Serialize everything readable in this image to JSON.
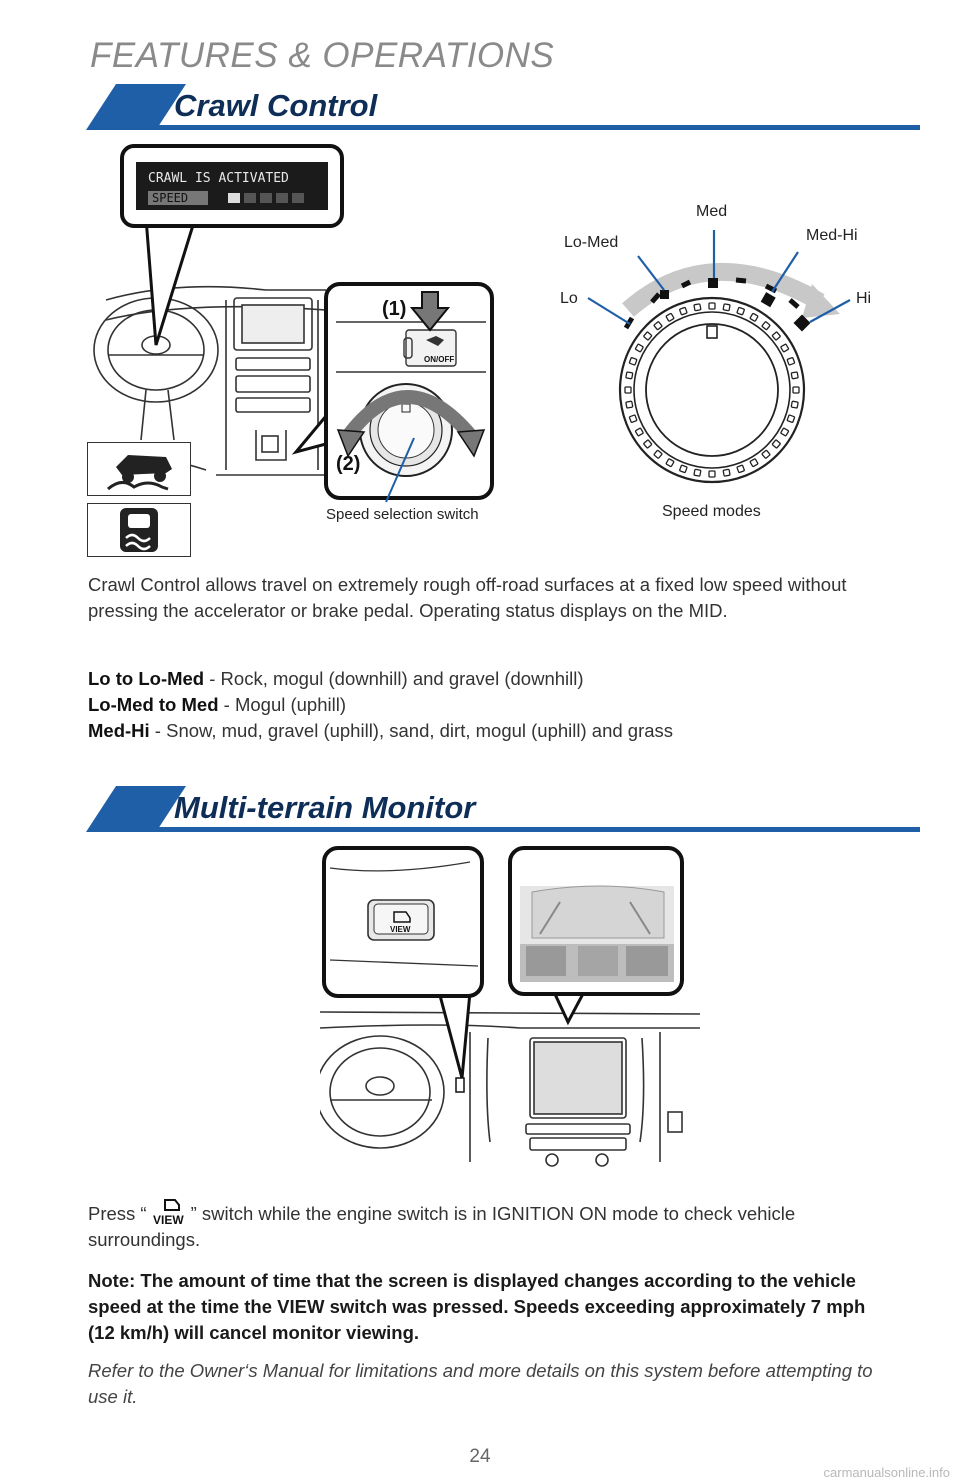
{
  "header": {
    "title": "FEATURES & OPERATIONS"
  },
  "crawl": {
    "title": "Crawl Control",
    "mid_display": {
      "line1": "CRAWL IS ACTIVATED",
      "line2": "SPEED"
    },
    "callout_1": "(1)",
    "callout_2": "(2)",
    "onoff_label": "ON/OFF",
    "switch_caption": "Speed selection switch",
    "dial_caption": "Speed modes",
    "modes": {
      "lo": "Lo",
      "lo_med": "Lo-Med",
      "med": "Med",
      "med_hi": "Med-Hi",
      "hi": "Hi"
    },
    "description": "Crawl Control allows travel on extremely rough off-road surfaces at a fixed low speed without pressing the accelerator or brake pedal. Operating status displays on the MID.",
    "items": [
      {
        "term": "Lo to Lo-Med",
        "desc": " - Rock, mogul (downhill) and gravel (downhill)"
      },
      {
        "term": "Lo-Med to Med",
        "desc": " - Mogul (uphill)"
      },
      {
        "term": "Med-Hi",
        "desc": " - Snow, mud, gravel (uphill), sand, dirt, mogul (uphill) and grass"
      }
    ]
  },
  "mtm": {
    "title": "Multi-terrain Monitor",
    "view_label": "VIEW",
    "press_before": "Press “",
    "press_after": "” switch while the engine switch is in IGNITION ON mode to check vehicle surroundings.",
    "note": "Note:  The amount of time that the screen is displayed changes according to the vehicle speed at the time the VIEW switch was pressed. Speeds exceeding approximately 7 mph (12 km/h) will cancel monitor viewing.",
    "refer": "Refer to the Owner‘s Manual for limitations and more details on this system before attempting to use it."
  },
  "footer": {
    "page_number": "24",
    "watermark": "carmanualsonline.info"
  },
  "colors": {
    "brand_blue": "#1f5fa8",
    "title_navy": "#0e2e57",
    "header_gray": "#8a8a8a"
  }
}
